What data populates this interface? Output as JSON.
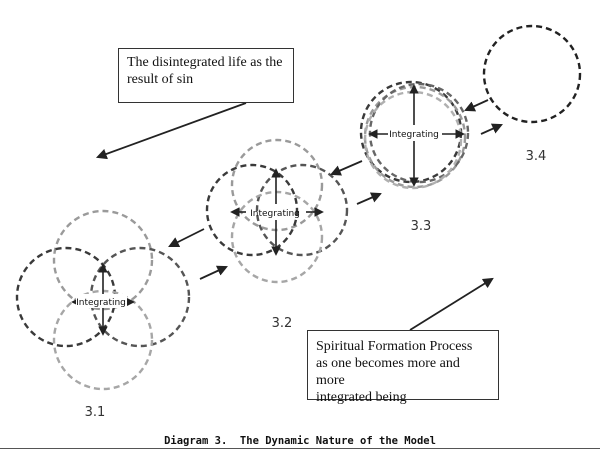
{
  "box_sin": {
    "line1": "The disintegrated life as the",
    "line2": "result of sin"
  },
  "box_formation": {
    "line1": "Spiritual Formation Process",
    "line2": "as one becomes more and more",
    "line3": "integrated being"
  },
  "stages": {
    "s1": {
      "number": "3.1",
      "center_label": "Integrating"
    },
    "s2": {
      "number": "3.2",
      "center_label": "Integrating"
    },
    "s3": {
      "number": "3.3",
      "center_label": "Integrating"
    },
    "s4": {
      "number": "3.4"
    }
  },
  "caption": "Diagram 3.  The Dynamic Nature of the Model",
  "colors": {
    "dark_circle": "#3a3a3a",
    "mid_circle": "#7a7a7a",
    "light_circle": "#a6a6a6",
    "arrow": "#222222"
  }
}
